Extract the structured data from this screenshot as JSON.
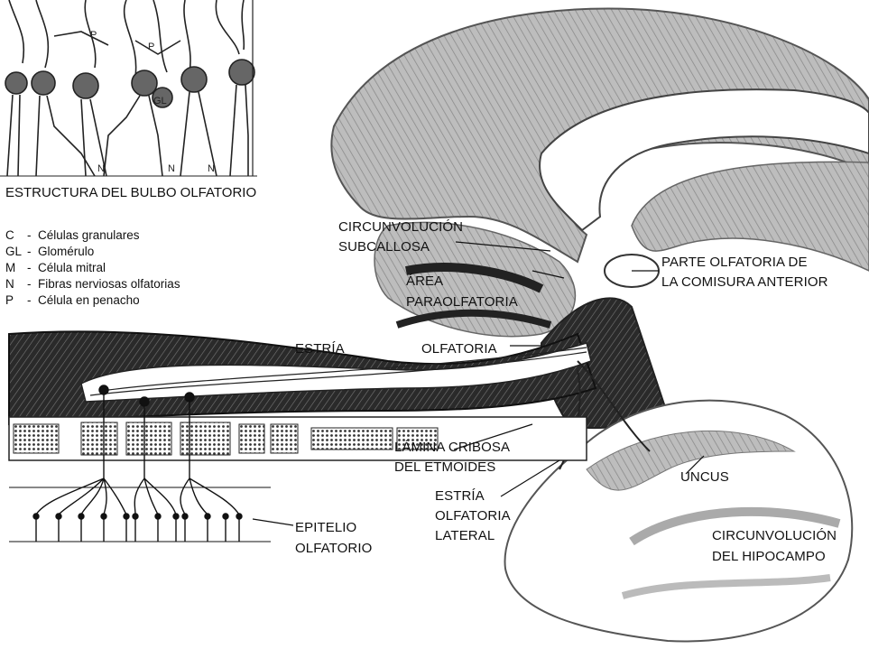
{
  "inset": {
    "title": "ESTRUCTURA DEL BULBO OLFATORIO",
    "marks": {
      "p1": "P",
      "p2": "P",
      "gl": "GL",
      "n1": "N",
      "n2": "N",
      "n3": "N"
    }
  },
  "legend": [
    {
      "code": "C",
      "text": "Células granulares"
    },
    {
      "code": "GL",
      "text": "Glomérulo"
    },
    {
      "code": "M",
      "text": "Célula mitral"
    },
    {
      "code": "N",
      "text": "Fibras nerviosas olfatorias"
    },
    {
      "code": "P",
      "text": "Célula en penacho"
    }
  ],
  "legend_separator": "-",
  "labels": {
    "circ_subcallosa_1": "CIRCUNVOLUCIÓN",
    "circ_subcallosa_2": "SUBCALLOSA",
    "area_1": "ÁREA",
    "area_2": "PARAOLFATORIA",
    "comisura_1": "PARTE OLFATORIA DE",
    "comisura_2": "LA COMISURA ANTERIOR",
    "estria_1": "ESTRÍA",
    "estria_2": "OLFATORIA",
    "lamina_1": "LÁMINA CRIBOSA",
    "lamina_2": "DEL ETMOIDES",
    "lateral_1": "ESTRÍA",
    "lateral_2": "OLFATORIA",
    "lateral_3": "LATERAL",
    "uncus": "UNCUS",
    "epitelio_1": "EPITELIO",
    "epitelio_2": "OLFATORIO",
    "hipocampo_1": "CIRCUNVOLUCIÓN",
    "hipocampo_2": "DEL HIPOCAMPO"
  },
  "colors": {
    "ink": "#111111",
    "shade": "#3a3a3a",
    "paper": "#ffffff"
  }
}
